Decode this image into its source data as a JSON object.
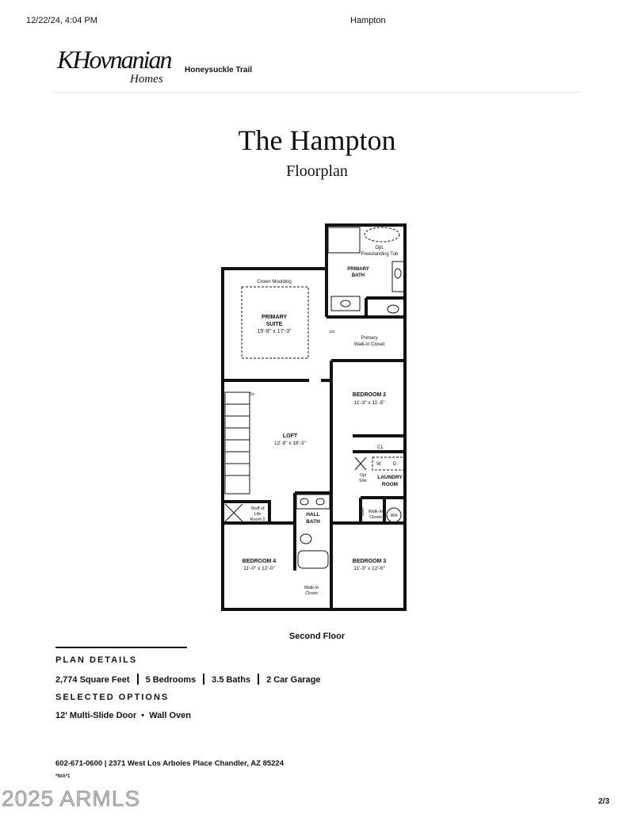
{
  "browser_header": {
    "timestamp": "12/22/24, 4:04 PM",
    "page_title": "Hampton"
  },
  "brand": {
    "logo_text": "KHovnanian",
    "logo_subtext": "Homes",
    "community": "Honeysuckle Trail"
  },
  "heading": {
    "title": "The Hampton",
    "subtitle": "Floorplan"
  },
  "floorplan": {
    "floor_label": "Second Floor",
    "rooms": {
      "primary_suite": {
        "name_line1": "PRIMARY",
        "name_line2": "SUITE",
        "dims": "15'-8\" x 17'-3\"",
        "note": "Crown Moulding"
      },
      "primary_bath": {
        "name_line1": "PRIMARY",
        "name_line2": "BATH",
        "note_line1": "Opt.",
        "note_line2": "Freestanding Tub"
      },
      "primary_closet": {
        "name_line1": "Primary",
        "name_line2": "Walk-in Closet",
        "lin": "Lin"
      },
      "bedroom2": {
        "name": "BEDROOM 2",
        "dims": "11'-3\" x 11'-5\""
      },
      "loft": {
        "name": "LOFT",
        "dims": "12'-8\" x 18'-3\"",
        "stairs": "Dn"
      },
      "laundry": {
        "name_line1": "LAUNDRY",
        "name_line2": "ROOM",
        "cl": "CL",
        "w": "W",
        "d": "D",
        "opt_sink1": "Opt",
        "opt_sink2": "Sink"
      },
      "stuff_of_life": {
        "line1": "Stuff of",
        "line2": "Life",
        "line3": "Room 2"
      },
      "hall_bath": {
        "name_line1": "HALL",
        "name_line2": "BATH"
      },
      "br3_closet": {
        "name_line1": "Walk-In",
        "name_line2": "Closet",
        "linen": "Linen",
        "wh": "WH"
      },
      "bedroom4": {
        "name": "BEDROOM 4",
        "dims": "11'-0\" x 12'-0\""
      },
      "bedroom3": {
        "name": "BEDROOM 3",
        "dims": "11'-3\" x 12'-0\""
      },
      "br4_closet": {
        "name_line1": "Walk-In",
        "name_line2": "Closet"
      }
    }
  },
  "plan_details": {
    "heading": "PLAN DETAILS",
    "items": [
      "2,774 Square Feet",
      "5 Bedrooms",
      "3.5 Baths",
      "2 Car Garage"
    ]
  },
  "selected_options": {
    "heading": "SELECTED OPTIONS",
    "items": [
      "12' Multi-Slide Door",
      "Wall Oven"
    ],
    "separator": "•"
  },
  "footer": {
    "contact": "602-671-0600 | 2371 West Los Arboles Place Chandler, AZ 85224",
    "note": "*N/A*1",
    "watermark": "2025 ARMLS",
    "page_number": "2/3"
  }
}
